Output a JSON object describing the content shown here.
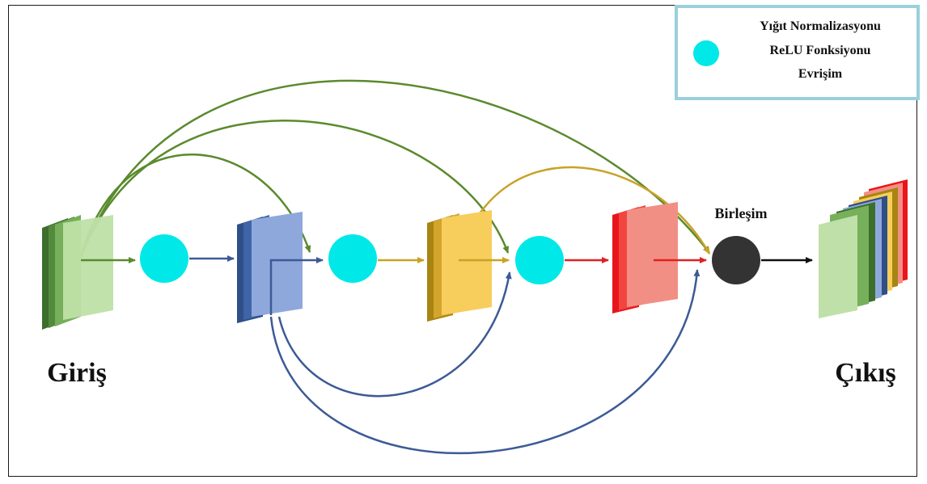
{
  "legend": {
    "line1": "Yığıt Normalizasyonu",
    "line2": "ReLU Fonksiyonu",
    "line3": "Evrişim",
    "node_color": "#00e8e8"
  },
  "labels": {
    "input": "Giriş",
    "output": "Çıkış",
    "merge": "Birleşim"
  },
  "colors": {
    "green_dark": "#3d6e2c",
    "green_light": "#bfe0a8",
    "blue_dark": "#2f4f86",
    "blue_light": "#8fa8dc",
    "gold_dark": "#a88410",
    "gold_light": "#f7cd5c",
    "red_dark": "#e8161b",
    "red_light": "#f28f85",
    "merge_node": "#333333",
    "legend_border": "#9ad0dc",
    "arrow_green": "#5a8a2e",
    "arrow_blue": "#3c5a96",
    "arrow_gold": "#c9a227",
    "arrow_red": "#e02020",
    "arrow_black": "#111111"
  }
}
